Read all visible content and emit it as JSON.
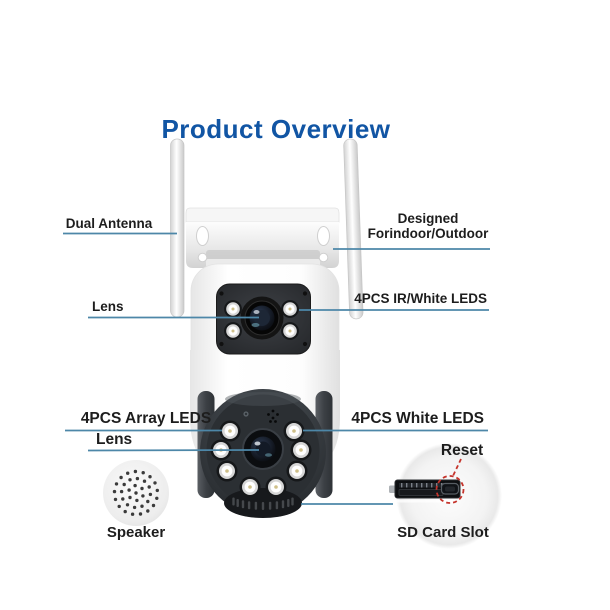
{
  "title": {
    "text": "Product Overview"
  },
  "labels": {
    "dual_antenna": "Dual Antenna",
    "designed_line1": "Designed",
    "designed_line2": "Forindoor/Outdoor",
    "lens_upper": "Lens",
    "ir_white_leds": "4PCS IR/White LEDS",
    "array_leds": "4PCS Array LEDS",
    "lens_lower": "Lens",
    "white_leds": "4PCS White LEDS",
    "reset": "Reset",
    "speaker": "Speaker",
    "sd_card_slot": "SD Card Slot"
  },
  "colors": {
    "title_blue": "#1155a4",
    "pointer_line": "#4d87a8",
    "reset_dashed_red": "#c5342c",
    "label_text": "#1d1d1d",
    "dome_dark": "#2b2f33",
    "body_white": "#fbfbfb"
  },
  "icons": {
    "speaker_detail": "speaker-holes-icon",
    "sd_slot_detail": "sd-card-slot-icon",
    "reset_button": "reset-button-icon"
  }
}
